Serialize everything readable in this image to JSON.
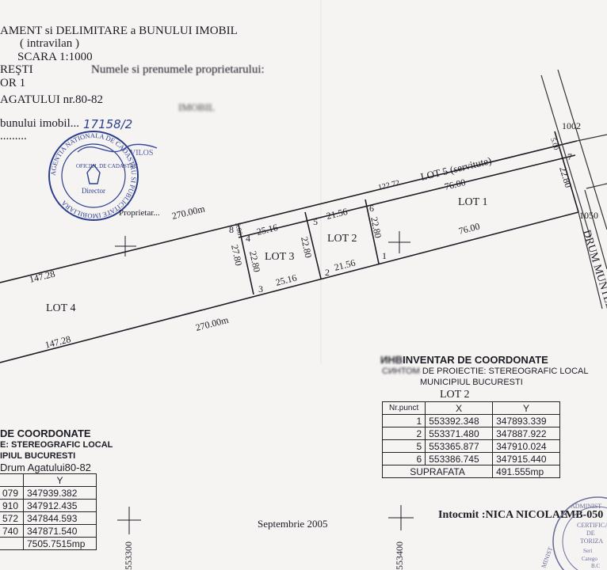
{
  "header": {
    "title": "AMENT si DELIMITARE a BUNULUI IMOBIL",
    "subtitle": "( intravilan )",
    "scale": "SCARA 1:1000",
    "owner_label": "Numele si prenumele proprietarului:",
    "city": "REŞTI",
    "sector": "OR 1",
    "street": "AGATULUI nr.80-82",
    "property": "bunului imobil...",
    "cadastral_no": "17158/2",
    "dots": ".........",
    "blurred_mark": "IMOBIL"
  },
  "stamp": {
    "text": "AGENTIA NATIONALA DE CADASTRU SI PUBLICITATE IMOBILIARA",
    "inner": "OFICIUL DE CADASTRU",
    "director": "Director",
    "signature": "VILOS",
    "owner_text": "Proprietar..."
  },
  "plan": {
    "points": [
      "1",
      "2",
      "3",
      "4",
      "5",
      "6",
      "7",
      "8",
      "1002",
      "1050"
    ],
    "lot_labels": [
      "LOT 1",
      "LOT 2",
      "LOT 3",
      "LOT 4",
      "LOT 5 (servitute)"
    ],
    "dims": {
      "d270_top": "270.00m",
      "d270_bot": "270.00m",
      "d147_top": "147.28",
      "d147_bot": "147.28",
      "d122": "122.72",
      "d76_top": "76.00",
      "d76_bot": "76.00",
      "d2280_r": "22.80",
      "d500_r": "5.00",
      "d2516_top": "25.16",
      "d2516_bot": "25.16",
      "d2156_top": "21.56",
      "d2156_bot": "21.56",
      "d2780": "27.80",
      "d2280_l3": "22.80",
      "d2280_l2a": "22.80",
      "d2280_l2b": "22.80",
      "d500_l": "5.00"
    },
    "road": "DRUM MUNTEL"
  },
  "inventory": {
    "title": "INVENTAR DE COORDONATE",
    "title_prefix": "ИНВ",
    "projection": "DE PROIECTIE: STEREOGRAFIC LOCAL",
    "projection_prefix": "СИНТОМ",
    "municipality": "MUNICIPIUL BUCURESTI",
    "lot": "LOT 2",
    "columns": [
      "Nr.punct",
      "X",
      "Y"
    ],
    "rows": [
      {
        "pt": "1",
        "x": "553392.348",
        "y": "347893.339"
      },
      {
        "pt": "2",
        "x": "553371.480",
        "y": "347887.922"
      },
      {
        "pt": "5",
        "x": "553365.877",
        "y": "347910.024"
      },
      {
        "pt": "6",
        "x": "553386.745",
        "y": "347915.440"
      }
    ],
    "area_label": "SUPRAFATA",
    "area_value": "491.555mp"
  },
  "left_inventory": {
    "title": "DE COORDONATE",
    "projection": "E: STEREOGRAFIC LOCAL",
    "municipality": "IPIUL BUCURESTI",
    "lot": "Drum Agatului80-82",
    "col_y": "Y",
    "rows": [
      {
        "x": "079",
        "y": "347939.382"
      },
      {
        "x": "910",
        "y": "347912.435"
      },
      {
        "x": "572",
        "y": "347844.593"
      },
      {
        "x": "740",
        "y": "347871.540"
      }
    ],
    "area_value": "7505.7515mp"
  },
  "footer": {
    "date": "Septembrie 2005",
    "author": "Intocmit :NICA NICOLAE",
    "cert_no": "MB-050",
    "grid_553300": "553300",
    "grid_553400": "553400"
  },
  "seal": {
    "text": "ADMINIST",
    "line1": "CERTIFICA",
    "line2": "DE",
    "line3": "TORIZA",
    "line4": "Seri",
    "line5": "Catego",
    "line6": "B.C",
    "line7": "MINIST"
  }
}
